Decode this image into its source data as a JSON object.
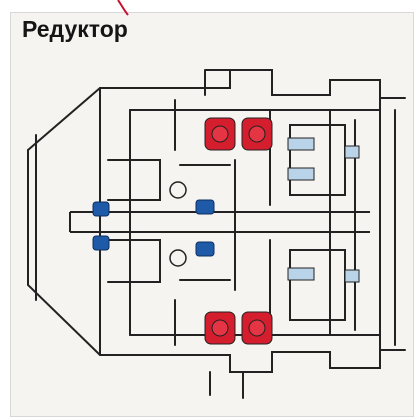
{
  "title": "Редуктор",
  "colors": {
    "red_bearings": "#d41e2e",
    "blue_bearings": "#1f5aa8",
    "accent_line": "#c8102e",
    "line": "#222222",
    "panel": "#f6f4f1",
    "shaft_tint": "#b9d4e8"
  },
  "diagram": {
    "type": "gearbox-cross-section-sketch",
    "bearings": [
      {
        "name": "red-bearing-top-left",
        "color": "red"
      },
      {
        "name": "red-bearing-top-right",
        "color": "red"
      },
      {
        "name": "red-bearing-bottom-left",
        "color": "red"
      },
      {
        "name": "red-bearing-bottom-right",
        "color": "red"
      },
      {
        "name": "blue-bearing-left-upper",
        "color": "blue"
      },
      {
        "name": "blue-bearing-left-lower",
        "color": "blue"
      },
      {
        "name": "blue-bearing-right-upper",
        "color": "blue"
      },
      {
        "name": "blue-bearing-right-lower",
        "color": "blue"
      }
    ]
  }
}
